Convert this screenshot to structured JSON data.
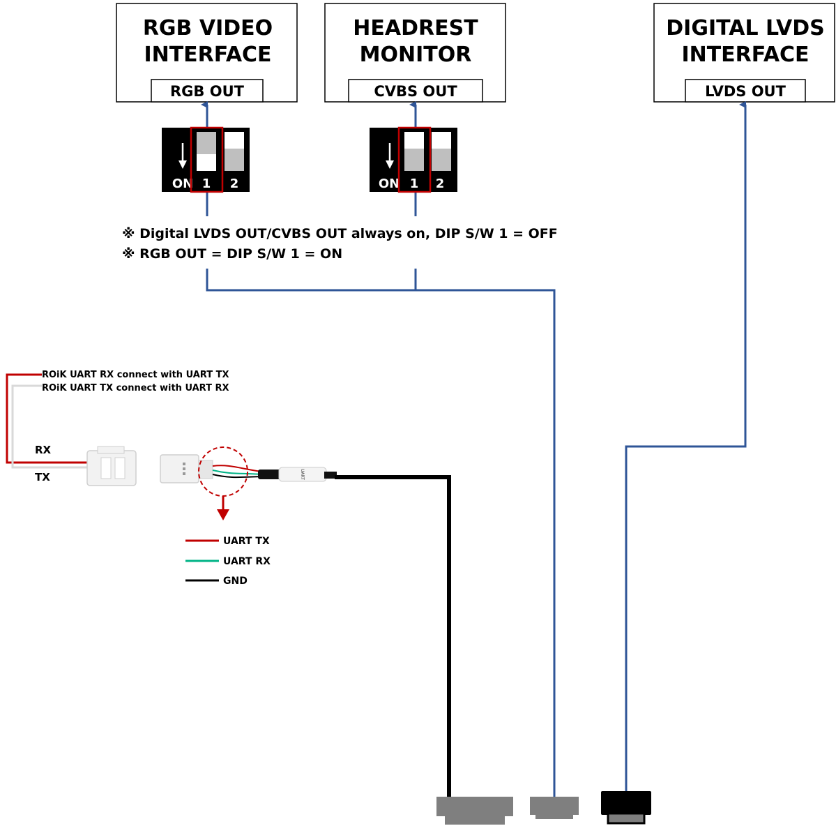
{
  "boxes": {
    "rgb": {
      "title_line1": "RGB VIDEO",
      "title_line2": "INTERFACE",
      "port": "RGB OUT"
    },
    "headrest": {
      "title_line1": "HEADREST",
      "title_line2": "MONITOR",
      "port": "CVBS OUT"
    },
    "lvds": {
      "title_line1": "DIGITAL LVDS",
      "title_line2": "INTERFACE",
      "port": "LVDS OUT"
    }
  },
  "dip_switches": {
    "on_label": "ON",
    "switch_1": "1",
    "switch_2": "2"
  },
  "notes": {
    "line1": "※ Digital LVDS OUT/CVBS OUT always on, DIP S/W 1 = OFF",
    "line2": "※ RGB OUT = DIP S/W 1 = ON"
  },
  "uart_wiring": {
    "rx_note": "ROiK UART RX connect with UART TX",
    "tx_note": "ROiK UART TX connect with UART RX",
    "rx_label": "RX",
    "tx_label": "TX",
    "sleeve_label": "UART"
  },
  "legend": [
    {
      "label": "UART TX",
      "color": "#c00000"
    },
    {
      "label": "UART RX",
      "color": "#00b386"
    },
    {
      "label": "GND",
      "color": "#000000"
    }
  ],
  "colors": {
    "signal_line": "#2f5597",
    "highlight": "#c00000",
    "connector": "#7f7f7f"
  }
}
